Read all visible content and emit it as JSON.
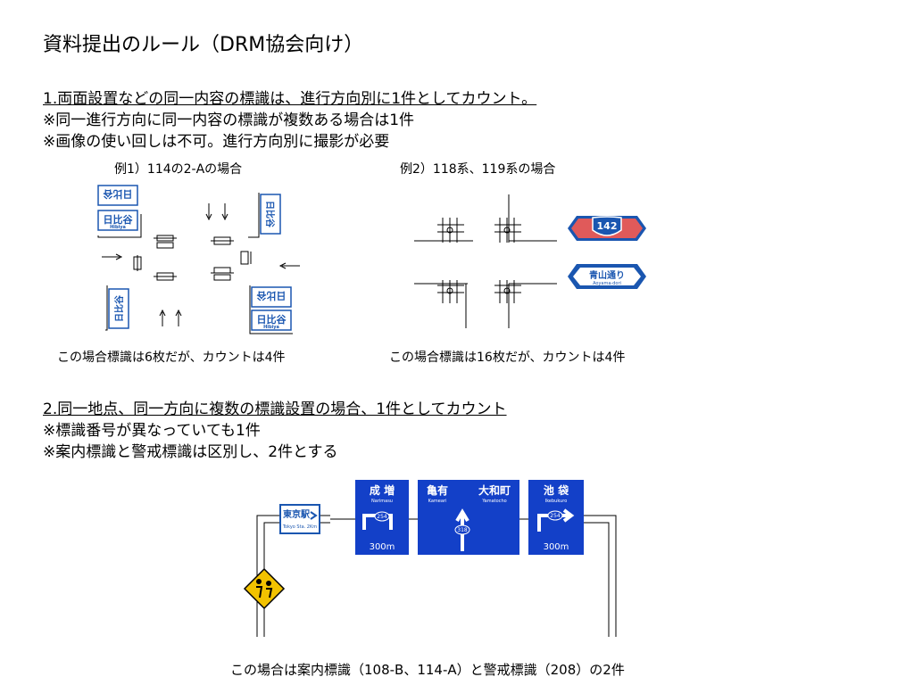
{
  "title": "資料提出のルール（DRM協会向け）",
  "rule1": {
    "heading": "1.両面設置などの同一内容の標識は、進行方向別に1件としてカウント。",
    "notes": [
      "※同一進行方向に同一内容の標識が複数ある場合は1件",
      "※画像の使い回しは不可。進行方向別に撮影が必要"
    ],
    "example1": {
      "label": "例1）114の2-Aの場合",
      "caption": "この場合標識は6枚だが、カウントは4件",
      "sign_text": "日比谷",
      "sign_sub": "Hibiya"
    },
    "example2": {
      "label": "例2）118系、119系の場合",
      "caption": "この場合標識は16枚だが、カウントは4件",
      "route_sign": "142",
      "name_sign": "青山通り",
      "name_sub": "Aoyama-dori",
      "route_color": "#e05a5a",
      "name_color": "#1a56b0"
    }
  },
  "rule2": {
    "heading": "2.同一地点、同一方向に複数の標識設置の場合、1件としてカウント",
    "notes": [
      "※標識番号が異なっていても1件",
      "※案内標識と警戒標識は区別し、2件とする"
    ],
    "scene": {
      "station_sign": "東京駅",
      "station_sub": "Tokyo Sta.  2Km",
      "panels": [
        {
          "name": "成 増",
          "romaji": "Narimasu",
          "route": "254",
          "distance": "300m"
        },
        {
          "name_left": "亀有",
          "romaji_left": "Kameari",
          "name_right": "大和町",
          "romaji_right": "Yamatocho",
          "route": "318"
        },
        {
          "name": "池 袋",
          "romaji": "Ikebukuro",
          "route": "254",
          "distance": "300m"
        }
      ],
      "panel_color": "#1340c8",
      "warning_color": "#f2c200"
    },
    "caption": "この場合は案内標識（108-B、114-A）と警戒標識（208）の2件"
  }
}
